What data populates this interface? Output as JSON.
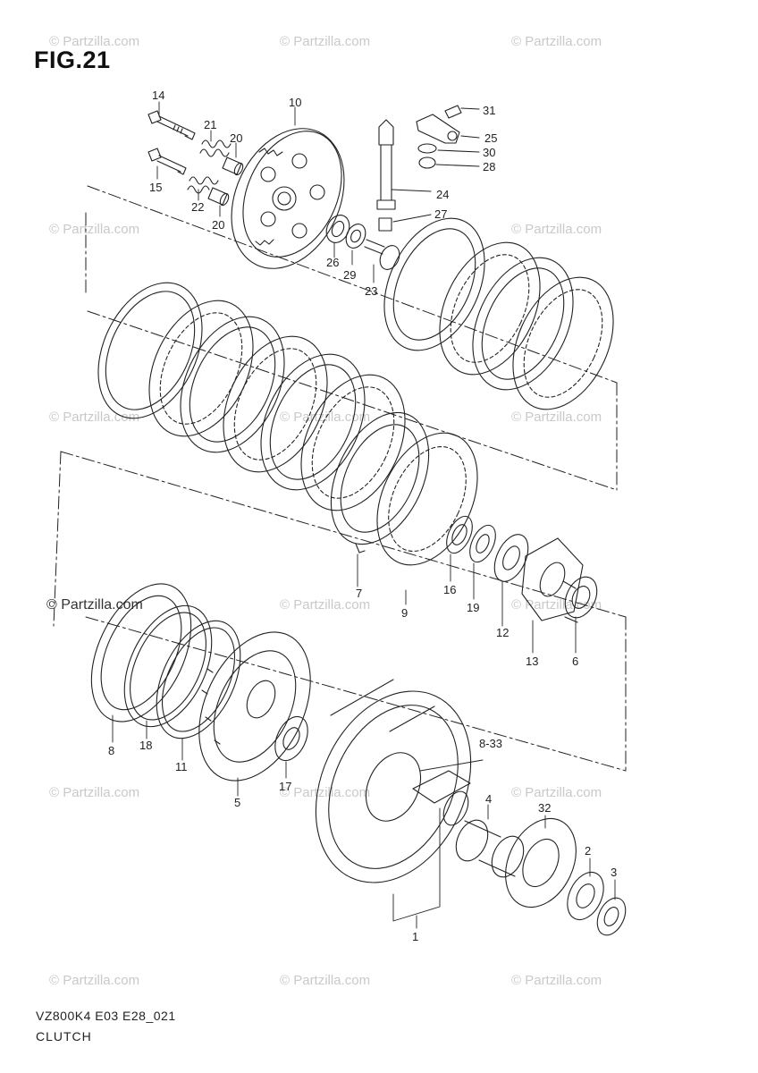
{
  "figure": {
    "title": "FIG.21",
    "code": "VZ800K4 E03 E28_021",
    "name": "CLUTCH"
  },
  "watermark": {
    "text": "© Partzilla.com",
    "link_text": "© Partzilla.com"
  },
  "callouts": {
    "c1": "1",
    "c2": "2",
    "c3": "3",
    "c4": "4",
    "c5": "5",
    "c6": "6",
    "c7": "7",
    "c8": "8",
    "c9": "9",
    "c10": "10",
    "c11": "11",
    "c12": "12",
    "c13": "13",
    "c14": "14",
    "c15": "15",
    "c16": "16",
    "c17": "17",
    "c18": "18",
    "c19": "19",
    "c20a": "20",
    "c20b": "20",
    "c21": "21",
    "c22": "22",
    "c23": "23",
    "c24": "24",
    "c25": "25",
    "c26": "26",
    "c27": "27",
    "c28": "28",
    "c29": "29",
    "c30": "30",
    "c31": "31",
    "c32": "32",
    "c33": "8-33"
  },
  "colors": {
    "line": "#222222",
    "watermark": "#c9c9c9"
  }
}
